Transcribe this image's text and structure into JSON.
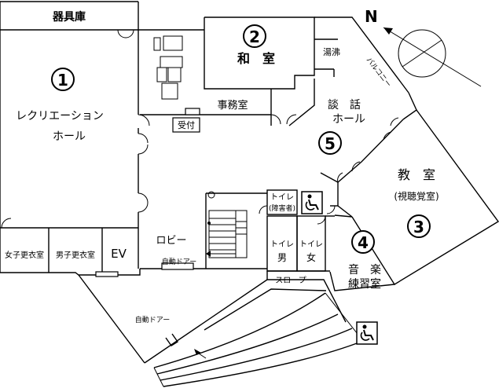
{
  "compass": {
    "letter": "N"
  },
  "rooms": {
    "storage": "器具庫",
    "recreation_num": "1",
    "recreation_l1": "レクリエーション",
    "recreation_l2": "ホール",
    "womens_changing": "女子更衣室",
    "mens_changing": "男子更衣室",
    "ev": "EV",
    "washitsu_num": "2",
    "washitsu": "和　室",
    "yuwakashi": "湯沸",
    "balcony": "バルコニー",
    "office": "事務室",
    "reception": "受付",
    "dankan_num": "5",
    "dankan_l1": "談　話",
    "dankan_l2": "ホール",
    "classroom": "教　室",
    "classroom_sub": "(視聴覚室)",
    "classroom_num": "3",
    "toilet_acc_l1": "トイレ",
    "toilet_acc_l2": "(障害者)",
    "toilet_m_l1": "トイレ",
    "toilet_m_l2": "男",
    "toilet_f_l1": "トイレ",
    "toilet_f_l2": "女",
    "music_num": "4",
    "music_l1": "音　楽",
    "music_l2": "練習室",
    "lobby": "ロビー",
    "auto_door_inner": "自動ドアー",
    "auto_door_outer": "自動ドアー",
    "slope": "スロープ"
  },
  "icons": [
    "wheelchair-icon",
    "wheelchair-icon",
    "north-arrow-icon"
  ]
}
